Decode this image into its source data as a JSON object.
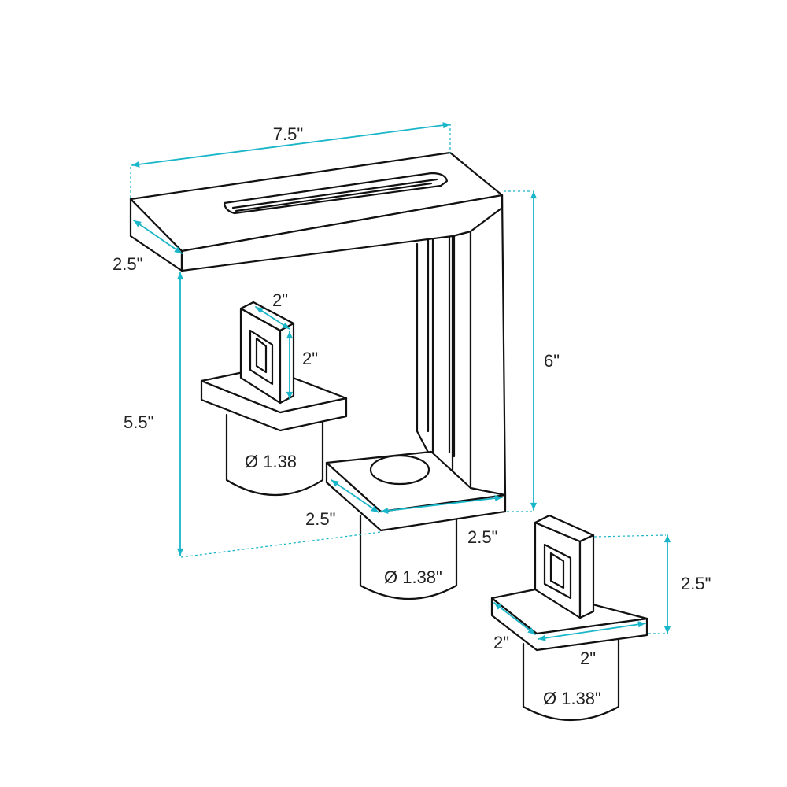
{
  "colors": {
    "dimension": "#19b5c8",
    "outline": "#111111"
  },
  "dimensions": {
    "spout_length": "7.5\"",
    "spout_depth": "2.5\"",
    "faucet_height": "6\"",
    "spout_clearance": "5.5\"",
    "base_depth": "2.5\"",
    "base_width": "2.5\"",
    "left_handle_width": "2\"",
    "left_handle_height": "2\"",
    "right_handle_height": "2.5\"",
    "right_base_depth": "2\"",
    "right_base_width": "2\""
  },
  "diameters": {
    "left_handle": "Ø 1.38",
    "main_base": "Ø 1.38\"",
    "right_handle": "Ø 1.38\""
  }
}
